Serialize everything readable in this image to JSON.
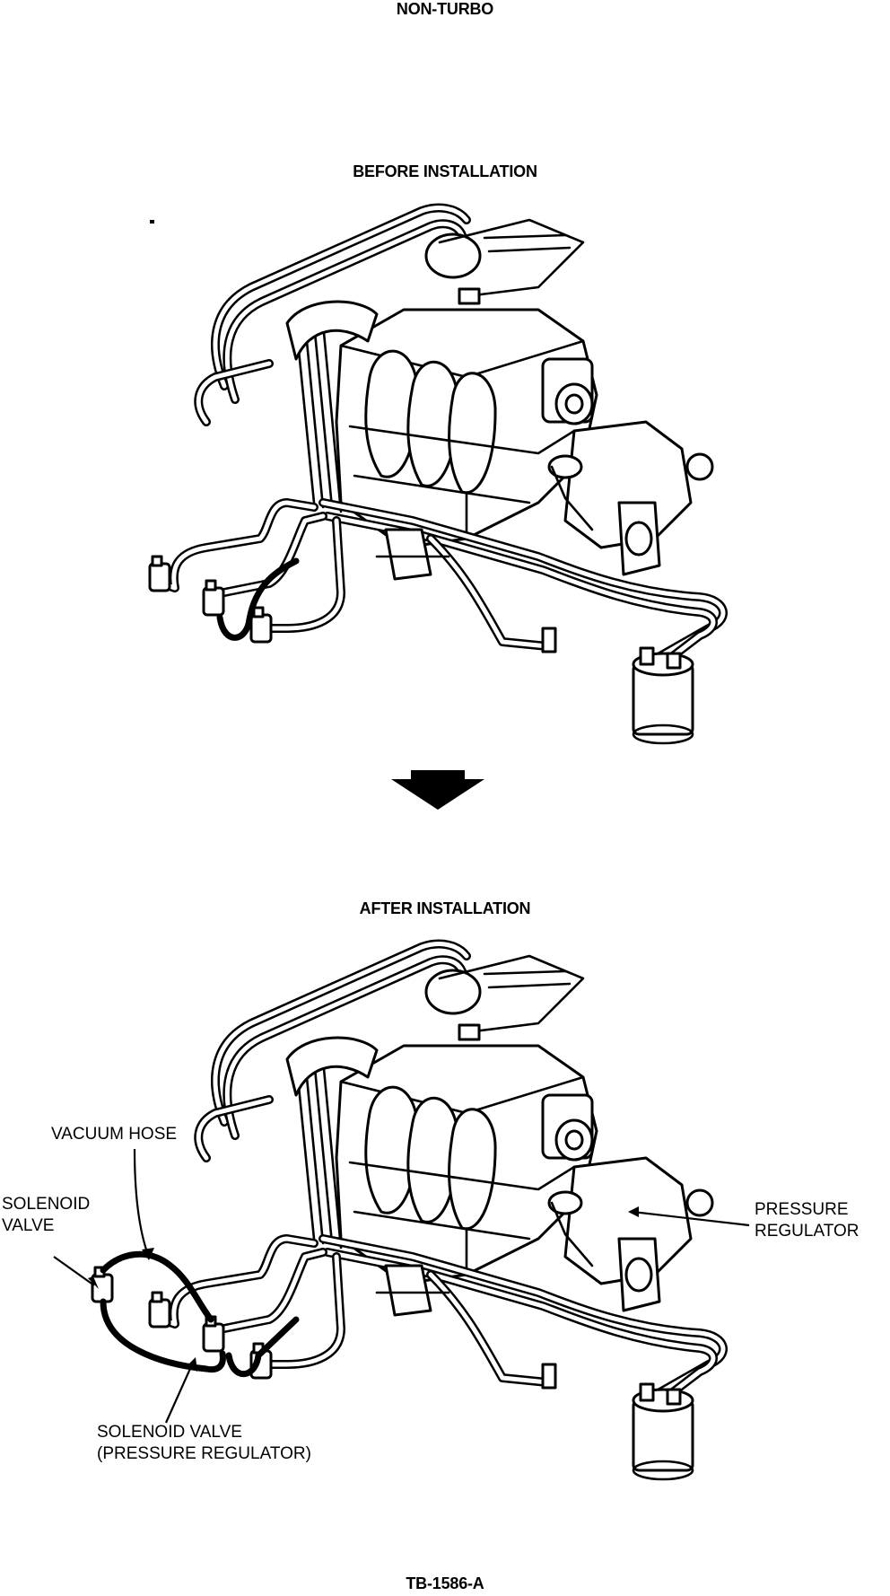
{
  "header": {
    "title": "NON-TURBO",
    "before_label": "BEFORE INSTALLATION",
    "after_label": "AFTER INSTALLATION"
  },
  "callouts": {
    "vacuum_hose": "VACUUM HOSE",
    "solenoid_valve_line1": "SOLENOID",
    "solenoid_valve_line2": "VALVE",
    "pressure_regulator_line1": "PRESSURE",
    "pressure_regulator_line2": "REGULATOR",
    "solenoid_pr_line1": "SOLENOID VALVE",
    "solenoid_pr_line2": "(PRESSURE REGULATOR)"
  },
  "footer": {
    "figure_id": "TB-1586-A"
  },
  "icons": {
    "arrow": "down-arrow-icon"
  }
}
